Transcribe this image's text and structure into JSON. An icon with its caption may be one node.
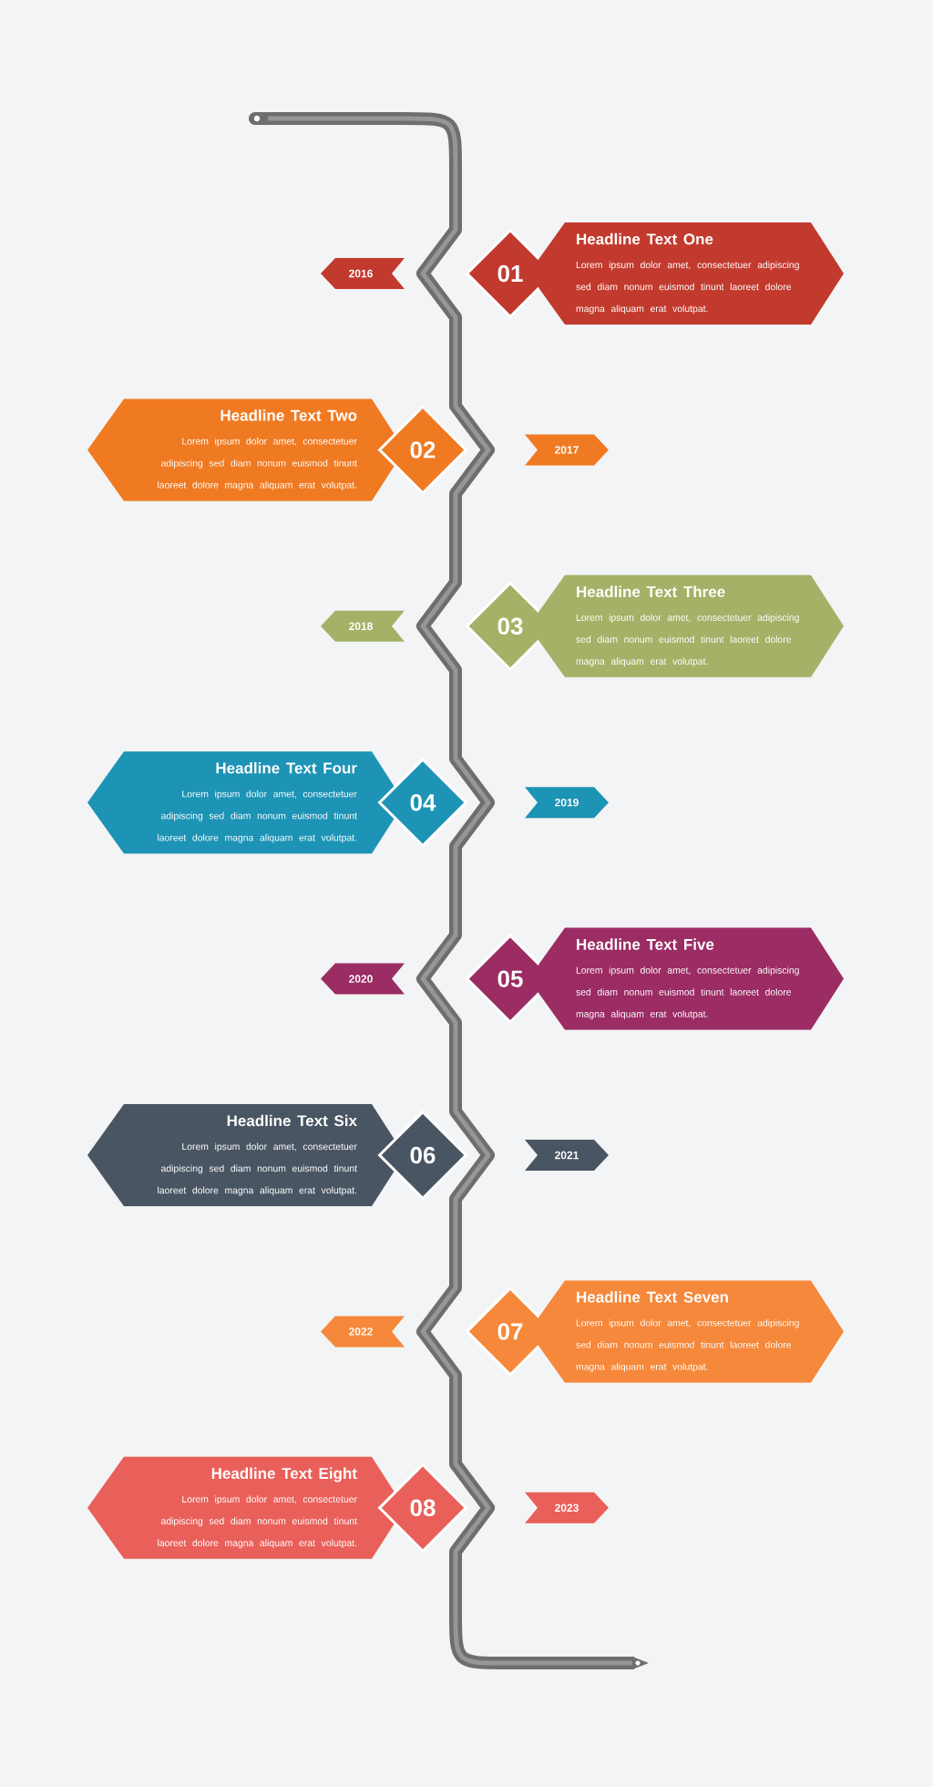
{
  "diagram": {
    "nodes": [
      {
        "text": [
          "2016"
        ]
      },
      {
        "text": [
          "01"
        ]
      },
      {
        "text": [
          "Headline Text One",
          "Lorem ipsum dolor amet, consectetuer adipiscing sed diam nonum euismod tinunt laoreet dolore magna aliquam erat volutpat."
        ]
      },
      {
        "text": [
          "Headline Text Two",
          "Lorem ipsum dolor amet, consectetuer adipiscing sed diam nonum euismod tinunt laoreet dolore magna aliquam erat volutpat."
        ]
      },
      {
        "text": [
          "02"
        ]
      },
      {
        "text": [
          "2017"
        ]
      },
      {
        "text": [
          "2018"
        ]
      },
      {
        "text": [
          "03"
        ]
      },
      {
        "text": [
          "Headline Text Three",
          "Lorem ipsum dolor amet, consectetuer adipiscing sed diam nonum euismod tinunt laoreet dolore magna aliquam erat volutpat."
        ]
      },
      {
        "text": [
          "Headline Text Four",
          "Lorem ipsum dolor amet, consectetuer adipiscing sed diam nonum euismod tinunt laoreet dolore magna aliquam erat volutpat."
        ]
      },
      {
        "text": [
          "04"
        ]
      },
      {
        "text": [
          "2019"
        ]
      },
      {
        "text": [
          "2020"
        ]
      },
      {
        "text": [
          "05"
        ]
      },
      {
        "text": [
          "Headline Text Five",
          "Lorem ipsum dolor amet, consectetuer adipiscing sed diam nonum euismod tinunt laoreet dolore magna aliquam erat volutpat."
        ]
      },
      {
        "text": [
          "Headline Text Six",
          "Lorem ipsum dolor amet, consectetuer adipiscing sed diam nonum euismod tinunt laoreet dolore magna aliquam erat volutpat."
        ]
      },
      {
        "text": [
          "06"
        ]
      },
      {
        "text": [
          "2021"
        ]
      },
      {
        "text": [
          "2022"
        ]
      },
      {
        "text": [
          "07"
        ]
      },
      {
        "text": [
          "Headline Text Seven",
          "Lorem ipsum dolor amet, consectetuer adipiscing sed diam nonum euismod tinunt laoreet dolore magna aliquam erat volutpat."
        ]
      },
      {
        "text": [
          "Headline Text Eight",
          "Lorem ipsum dolor amet, consectetuer adipiscing sed diam nonum euismod tinunt laoreet dolore magna aliquam erat volutpat."
        ]
      },
      {
        "text": [
          "08"
        ]
      },
      {
        "text": [
          "2023"
        ]
      }
    ]
  }
}
